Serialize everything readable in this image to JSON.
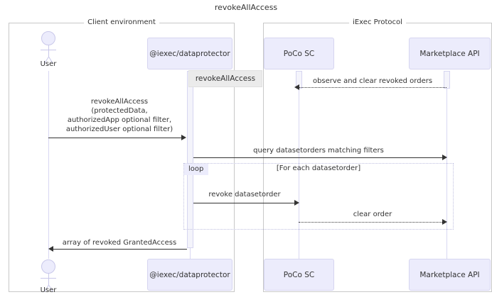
{
  "diagram": {
    "title": "revokeAllAccess",
    "type": "sequence-diagram"
  },
  "groups": [
    {
      "label": "Client environment"
    },
    {
      "label": "iExec Protocol"
    }
  ],
  "participants": [
    {
      "name": "User",
      "kind": "actor"
    },
    {
      "name": "@iexec/dataprotector",
      "kind": "box"
    },
    {
      "name": "PoCo SC",
      "kind": "box"
    },
    {
      "name": "Marketplace API",
      "kind": "box"
    }
  ],
  "participants_bottom": [
    {
      "name": "User",
      "kind": "actor"
    },
    {
      "name": "@iexec/dataprotector",
      "kind": "box"
    },
    {
      "name": "PoCo SC",
      "kind": "box"
    },
    {
      "name": "Marketplace API",
      "kind": "box"
    }
  ],
  "note": {
    "text": "revokeAllAccess"
  },
  "messages": [
    {
      "id": "m1",
      "text": "observe and clear revoked orders",
      "from": "Marketplace API",
      "to": "PoCo SC",
      "direction": "left",
      "style": "dotted"
    },
    {
      "id": "m2",
      "text": "revokeAllAccess\n(protectedData,\nauthorizedApp optional filter,\nauthorizedUser optional filter)",
      "from": "User",
      "to": "@iexec/dataprotector",
      "direction": "right",
      "style": "solid"
    },
    {
      "id": "m3",
      "text": "query datasetorders matching filters",
      "from": "@iexec/dataprotector",
      "to": "Marketplace API",
      "direction": "right",
      "style": "solid"
    },
    {
      "id": "m4",
      "text": "revoke datasetorder",
      "from": "@iexec/dataprotector",
      "to": "PoCo SC",
      "direction": "right",
      "style": "solid"
    },
    {
      "id": "m5",
      "text": "clear order",
      "from": "PoCo SC",
      "to": "Marketplace API",
      "direction": "right",
      "style": "dotted"
    },
    {
      "id": "m6",
      "text": "array of revoked GrantedAccess",
      "from": "@iexec/dataprotector",
      "to": "User",
      "direction": "left",
      "style": "solid"
    }
  ],
  "fragments": [
    {
      "kind": "loop",
      "tag": "loop",
      "condition": "[For each datasetorder]"
    }
  ],
  "colors": {
    "participant_fill": "#ececfc",
    "participant_border": "#d6d5f0",
    "note_fill": "#ebebeb",
    "lifeline": "#d8d7f2",
    "message_line": "#333333",
    "frame_border": "#c8c8c8",
    "fragment_border": "#bfbfe0",
    "background": "#ffffff"
  }
}
